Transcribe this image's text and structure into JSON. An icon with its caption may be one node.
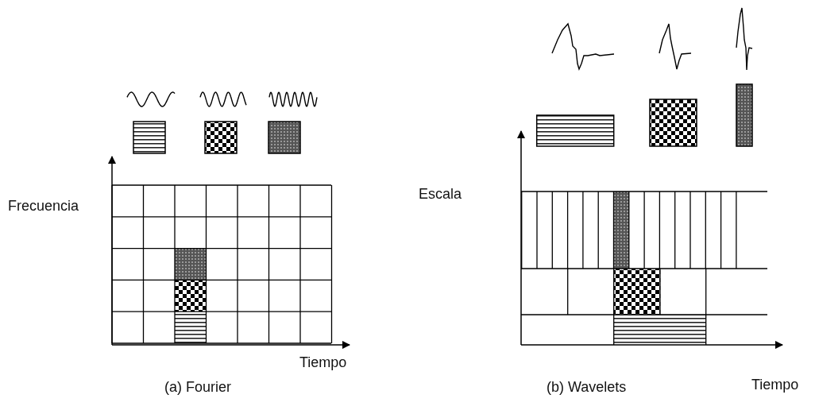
{
  "diagram": {
    "labels": [
      "Frecuencia",
      "Tiempo",
      "(a) Fourier",
      "Escala",
      "Tiempo",
      "(b) Wavelets"
    ]
  }
}
